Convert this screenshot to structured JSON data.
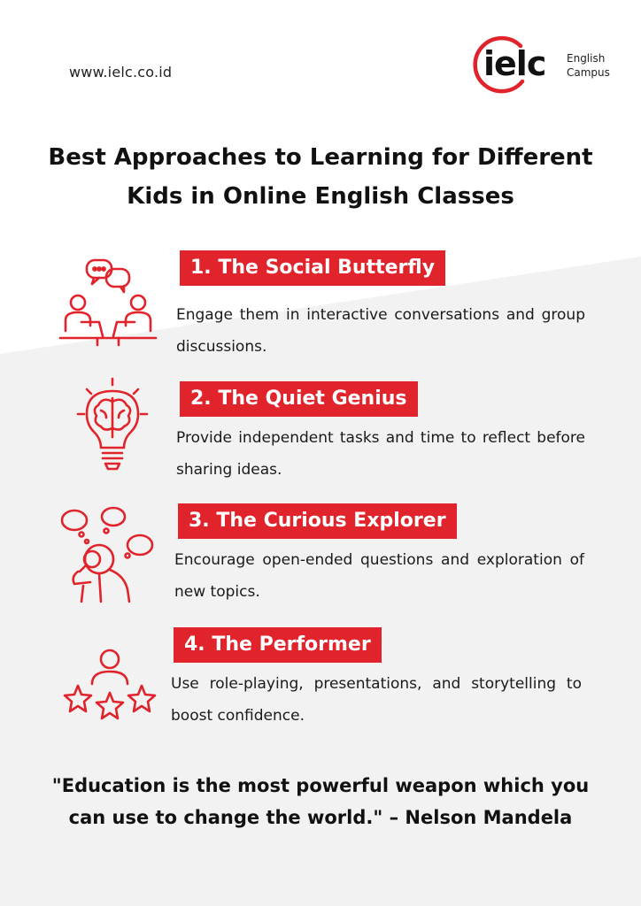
{
  "header": {
    "website": "www.ielc.co.id",
    "logo_word": "ielc",
    "logo_subtitle": "English Campus"
  },
  "title": "Best Approaches to Learning for Different Kids in Online English Classes",
  "items": [
    {
      "heading": "1. The Social Butterfly",
      "description": "Engage them in interactive conversations and group discussions.",
      "icon": "discussion-icon"
    },
    {
      "heading": "2. The Quiet Genius",
      "description": "Provide independent tasks and time to reflect before sharing ideas.",
      "icon": "brain-bulb-icon"
    },
    {
      "heading": "3. The Curious Explorer",
      "description": "Encourage open-ended questions and exploration of new topics.",
      "icon": "thinking-magnifier-icon"
    },
    {
      "heading": "4. The Performer",
      "description": "Use role-playing, presentations, and storytelling to boost confidence.",
      "icon": "star-performer-icon"
    }
  ],
  "quote": "\"Education is the most powerful weapon which you can use to change the world.\" – Nelson Mandela",
  "colors": {
    "accent": "#e1232b",
    "text": "#111111",
    "background_shape": "#f2f2f2"
  }
}
